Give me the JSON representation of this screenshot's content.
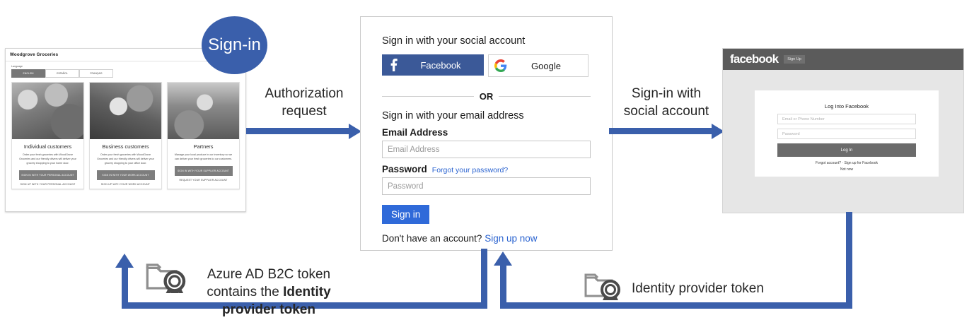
{
  "diagram": {
    "badge": {
      "label": "Sign-in"
    },
    "flow_labels": [
      {
        "id": "authorization-request",
        "line1": "Authorization",
        "line2": "request"
      },
      {
        "id": "signin-with-social-account",
        "line1": "Sign-in with",
        "line2": "social account"
      }
    ],
    "return_labels": [
      {
        "id": "azure-ad-b2c-token",
        "line1": "Azure AD B2C token",
        "line2_plain": "contains the ",
        "line2_bold": "Identity",
        "line3_bold": "provider token",
        "icon": "certificate-token-icon"
      },
      {
        "id": "identity-provider-token",
        "text": "Identity provider token",
        "icon": "certificate-token-icon"
      }
    ],
    "colors": {
      "accent_blue": "#3a5fab",
      "facebook_blue": "#3b5998",
      "signin_blue": "#2f6ad9",
      "link_blue": "#2a63d0"
    }
  },
  "woodgrove": {
    "title": "Woodgrove Groceries",
    "language_label": "Language",
    "languages": [
      {
        "label": "ENGLISH",
        "active": true
      },
      {
        "label": "ESPAÑOL",
        "active": false
      },
      {
        "label": "FRANÇAIS",
        "active": false
      }
    ],
    "cards": [
      {
        "title": "Individual customers",
        "description": "Order your fresh groceries with WoodGrove Groceries and our friendly drivers will deliver your grocery shopping to your home door.",
        "button": "SIGN IN WITH YOUR PERSONAL ACCOUNT",
        "link": "SIGN UP WITH YOUR PERSONAL ACCOUNT",
        "image": "shoppers-in-store-photo"
      },
      {
        "title": "Business customers",
        "description": "Order your fresh groceries with WoodGrove Groceries and our friendly drivers will deliver your grocery shopping to your office door.",
        "button": "SIGN IN WITH YOUR WORK ACCOUNT",
        "link": "SIGN UP WITH YOUR WORK ACCOUNT",
        "image": "store-clerk-photo"
      },
      {
        "title": "Partners",
        "description": "Manage your local produce in our inventory so we can deliver your fresh groceries to our customers.",
        "button": "SIGN IN WITH YOUR SUPPLIER ACCOUNT",
        "link": "REQUEST YOUR SUPPLIER ACCOUNT",
        "image": "farmer-with-basket-photo"
      }
    ]
  },
  "b2c": {
    "social_heading": "Sign in with your social account",
    "social_buttons": [
      {
        "label": "Facebook",
        "icon": "facebook-icon"
      },
      {
        "label": "Google",
        "icon": "google-icon"
      }
    ],
    "divider": "OR",
    "email_heading": "Sign in with your email address",
    "email_label": "Email Address",
    "email_placeholder": "Email Address",
    "email_value": "",
    "password_label": "Password",
    "forgot_link": "Forgot your password?",
    "password_placeholder": "Password",
    "password_value": "",
    "signin_button": "Sign in",
    "account_prompt": "Don't have an account?",
    "signup_link": "Sign up now"
  },
  "facebook": {
    "logo": "facebook",
    "signup_button": "Sign Up",
    "card_heading": "Log Into Facebook",
    "email_placeholder": "Email or Phone Number",
    "email_value": "",
    "password_placeholder": "Password",
    "password_value": "",
    "login_button": "Log In",
    "links_line": "Forgot account? · Sign up for Facebook",
    "not_now": "Not now"
  }
}
